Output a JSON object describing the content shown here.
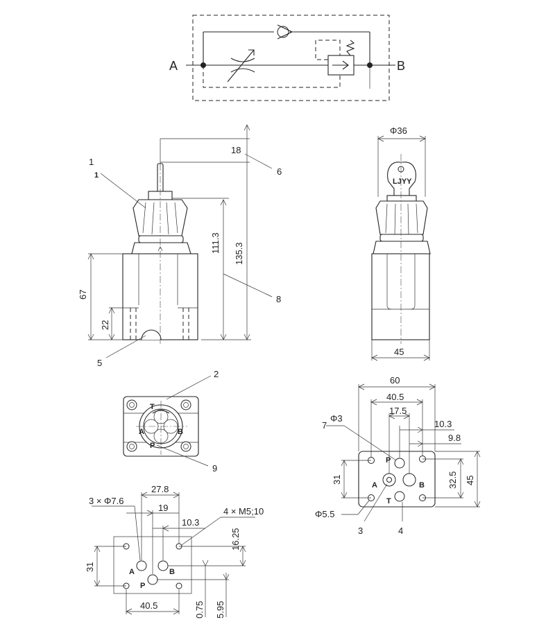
{
  "symbol": {
    "port_a": "A",
    "port_b": "B"
  },
  "side_view": {
    "balloon_1": "1",
    "balloon_1_bold": "1",
    "balloon_5": "5",
    "balloon_6": "6",
    "balloon_8": "8",
    "dim_18": "18",
    "dim_111_3": "111.3",
    "dim_135_3": "135.3",
    "dim_67": "67",
    "dim_22": "22"
  },
  "right_view": {
    "dim_phi36": "Φ36",
    "key_label": "LJYY",
    "dim_45": "45"
  },
  "top_view": {
    "balloon_2": "2",
    "balloon_9": "9",
    "port_t": "T",
    "port_a": "A",
    "port_b": "B",
    "port_p": "P"
  },
  "port_face": {
    "dim_60": "60",
    "dim_40_5": "40.5",
    "dim_17_5": "17.5",
    "dim_10_3": "10.3",
    "dim_9_8": "9.8",
    "dim_phi3": "Φ3",
    "balloon_7": "7",
    "dim_31": "31",
    "dim_32_5": "32.5",
    "dim_45": "45",
    "dim_phi5_5": "Φ5.5",
    "balloon_3": "3",
    "balloon_4": "4",
    "port_p": "P",
    "port_a": "A",
    "port_b": "B",
    "port_t": "T"
  },
  "mounting": {
    "dim_27_8": "27.8",
    "dim_3xphi7_6": "3 × Φ7.6",
    "dim_19": "19",
    "dim_10_3": "10.3",
    "dim_4xm5": "4 × M5;10",
    "dim_16_25": "16.25",
    "dim_31": "31",
    "dim_40_5": "40.5",
    "dim_0_75": "0.75",
    "dim_5_95": "5.95",
    "port_a": "A",
    "port_b": "B",
    "port_p": "P"
  }
}
